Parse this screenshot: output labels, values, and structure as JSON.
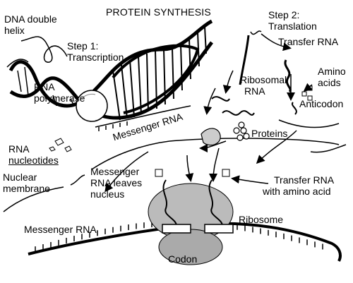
{
  "title": "PROTEIN SYNTHESIS",
  "labels": {
    "dna_double_helix_1": "DNA double",
    "dna_double_helix_2": "helix",
    "step1_1": "Step 1:",
    "step1_2": "Transcription",
    "rna_polymerase_1": "RNA",
    "rna_polymerase_2": "polymerase",
    "messenger_rna_strand": "Messenger RNA",
    "rna_nucleotides_1": "RNA",
    "rna_nucleotides_2": "nucleotides",
    "nuclear_membrane_1": "Nuclear",
    "nuclear_membrane_2": "membrane",
    "mrna_leaves_1": "Messenger",
    "mrna_leaves_2": "RNA leaves",
    "mrna_leaves_3": "nucleus",
    "messenger_rna_bottom": "Messenger RNA",
    "codon": "Codon",
    "ribosome": "Ribosome",
    "step2_1": "Step 2:",
    "step2_2": "Translation",
    "transfer_rna": "Transfer RNA",
    "amino_acids_1": "Amino",
    "amino_acids_2": "acids",
    "ribosomal_rna_1": "Ribosomal",
    "ribosomal_rna_2": "RNA",
    "proteins": "Proteins",
    "anticodon": "Anticodon",
    "trna_with_amino_1": "Transfer RNA",
    "trna_with_amino_2": "with amino acid"
  }
}
